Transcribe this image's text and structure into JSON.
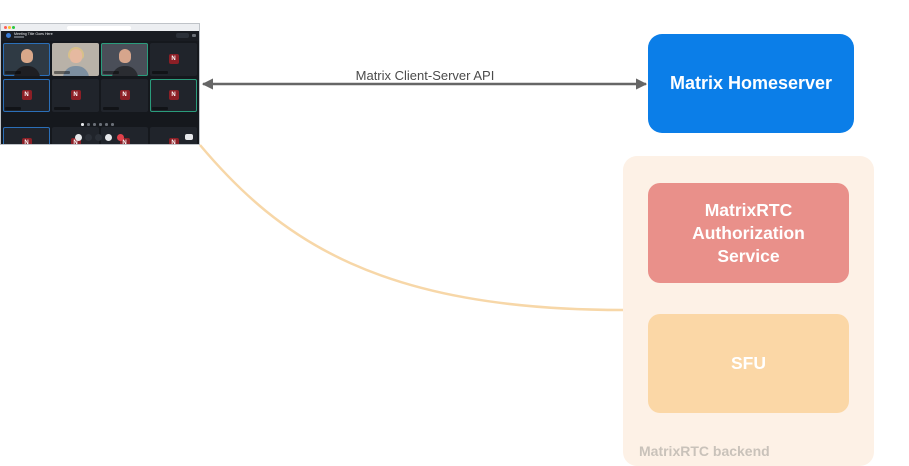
{
  "client_screenshot": {
    "room_title": "Meeting Title Goes Here",
    "tile_avatar_letter": "N"
  },
  "connections": {
    "client_server_api_label": "Matrix Client-Server API"
  },
  "homeserver": {
    "label": "Matrix Homeserver"
  },
  "backend": {
    "label": "MatrixRTC backend",
    "auth_service_label": "MatrixRTC\nAuthorization\nService",
    "sfu_label": "SFU"
  },
  "colors": {
    "homeserver": "#0b7ee8",
    "auth_service": "#e9908a",
    "sfu": "#fbd7a6",
    "backend_bg": "#fdf1e6",
    "backend_label": "#c9c2ba",
    "arrow": "#666666",
    "curve": "#f7d7a8"
  }
}
